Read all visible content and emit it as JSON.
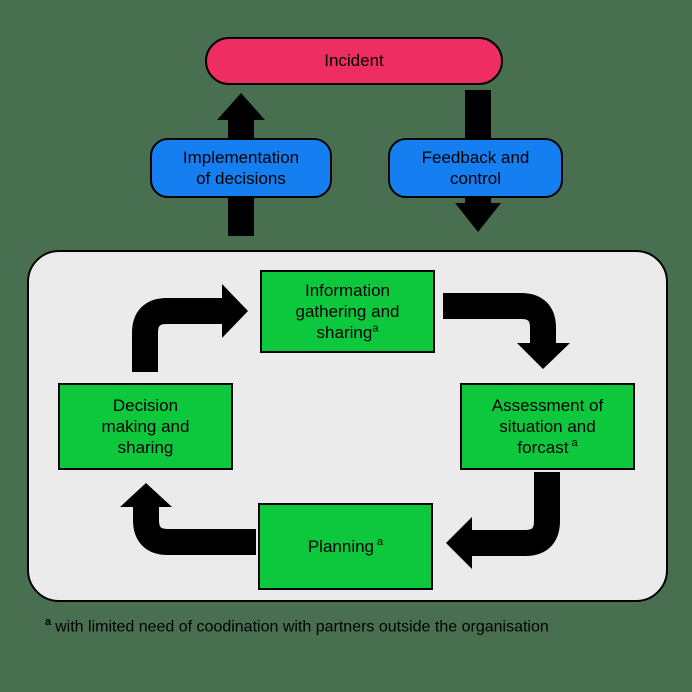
{
  "background_color": "#487050",
  "arrow_color": "#000000",
  "colors": {
    "incident": "#EE2E63",
    "blue_node": "#157EF0",
    "green_node": "#0DC83C",
    "container": "#EBEBEB"
  },
  "nodes": {
    "incident": {
      "label": "Incident"
    },
    "implementation": {
      "line1": "Implementation",
      "line2": "of decisions"
    },
    "feedback": {
      "line1": "Feedback and",
      "line2": "control"
    },
    "information": {
      "line1": "Information",
      "line2": "gathering and",
      "line3": "sharing",
      "sup": "a"
    },
    "assessment": {
      "line1": "Assessment of",
      "line2": "situation and",
      "line3": "forcast",
      "sup": "a"
    },
    "decision": {
      "line1": "Decision",
      "line2": "making and",
      "line3": "sharing"
    },
    "planning": {
      "line1": "Planning",
      "sup": "a"
    }
  },
  "footnote": {
    "marker": "a",
    "text": "with limited need of coodination with partners outside the organisation"
  }
}
